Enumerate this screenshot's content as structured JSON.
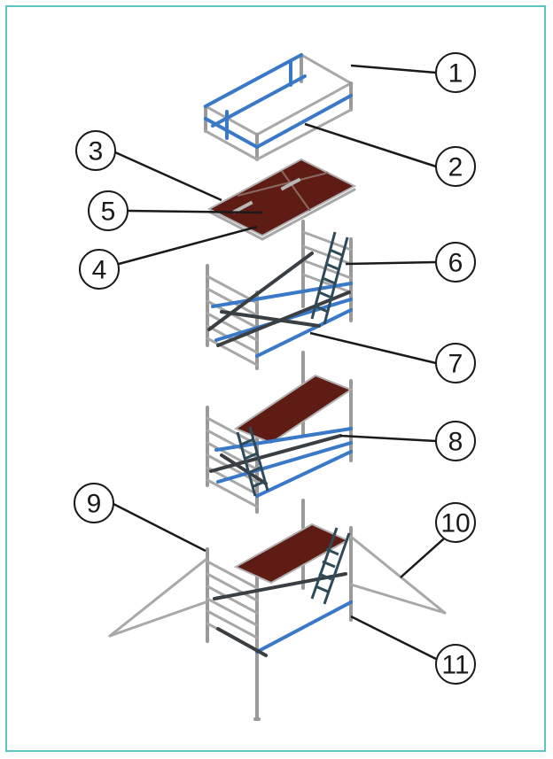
{
  "callouts": [
    {
      "label": "1"
    },
    {
      "label": "2"
    },
    {
      "label": "3"
    },
    {
      "label": "5"
    },
    {
      "label": "4"
    },
    {
      "label": "6"
    },
    {
      "label": "7"
    },
    {
      "label": "8"
    },
    {
      "label": "9"
    },
    {
      "label": "10"
    },
    {
      "label": "11"
    }
  ],
  "colors": {
    "border": "#5cc7c2",
    "frame": "#9a9a9a",
    "brace_blue": "#3a78c8",
    "brace_dark": "#3a3f44",
    "platform": "#5e1c14"
  }
}
